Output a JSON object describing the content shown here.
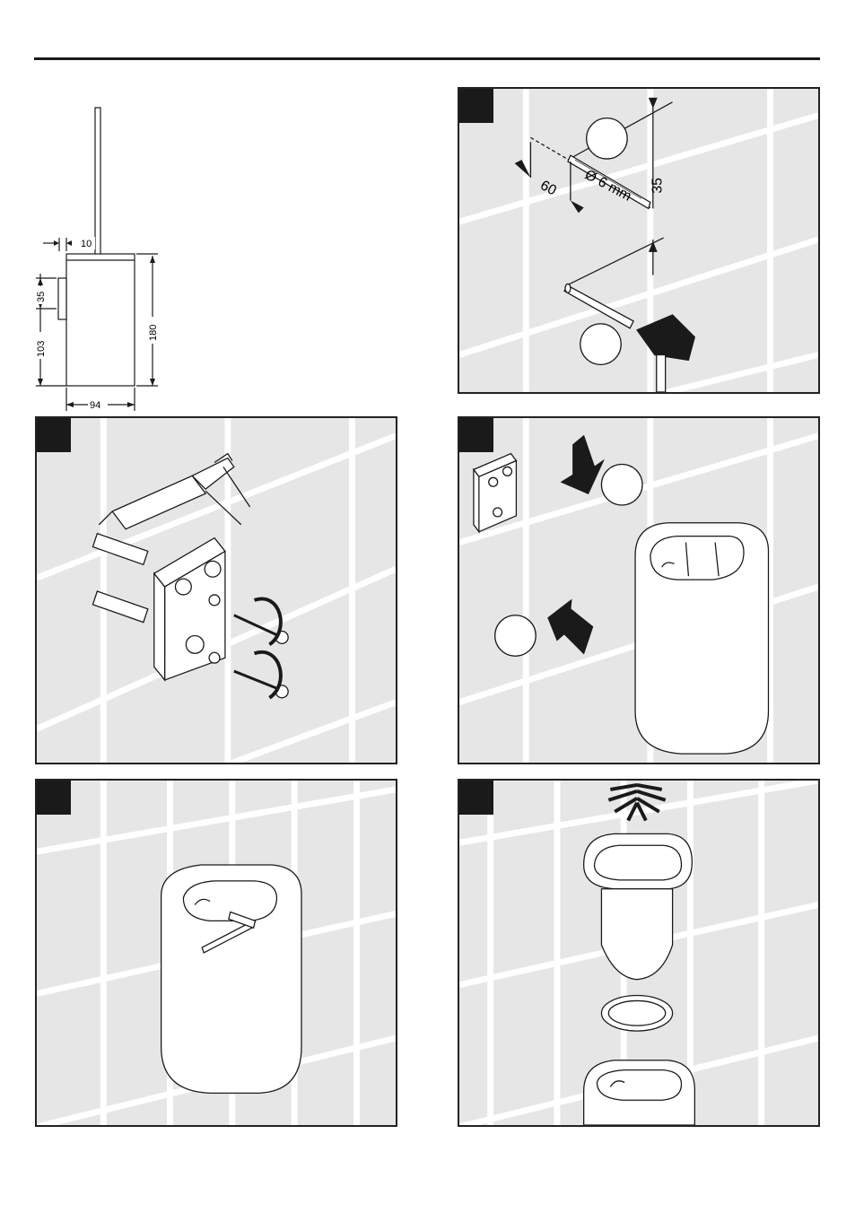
{
  "dimensions": {
    "offset": "10",
    "mount_height": "35",
    "lower_height": "103",
    "total_height": "180",
    "width": "94"
  },
  "drilling": {
    "spacing": "35",
    "depth": "60",
    "drill_size": "Ø 6 mm"
  },
  "colors": {
    "tile_bg": "#e6e6e6",
    "grout": "#ffffff",
    "line": "#1a1a1a"
  },
  "icons": [
    "caulk-gun-icon",
    "wall-plug-icon",
    "mounting-plate-icon",
    "screw-icon",
    "hammer-icon",
    "drill-bit-icon",
    "hex-key-icon",
    "brush-icon",
    "brush-holder-icon"
  ]
}
